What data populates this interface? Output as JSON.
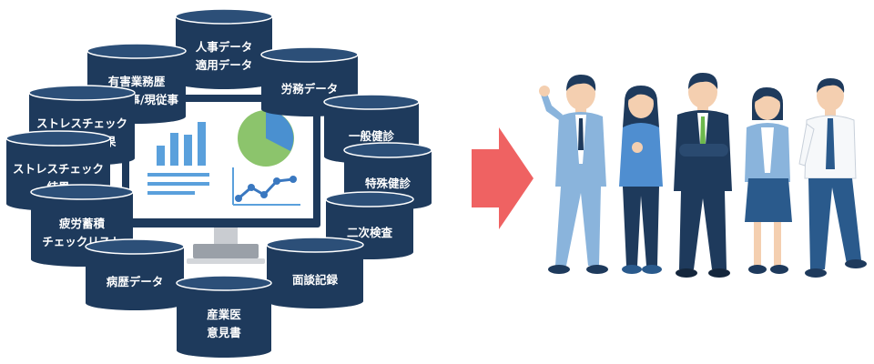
{
  "cylinders": [
    {
      "id": "jinji",
      "lines": [
        "人事データ",
        "適用データ"
      ]
    },
    {
      "id": "yugai",
      "lines": [
        "有害業務歴",
        "過去従事/現従事"
      ]
    },
    {
      "id": "roumu",
      "lines": [
        "労務データ"
      ]
    },
    {
      "id": "stress-g",
      "lines": [
        "ストレスチェック",
        "集団分析結果"
      ]
    },
    {
      "id": "ippan",
      "lines": [
        "一般健診"
      ]
    },
    {
      "id": "stress-r",
      "lines": [
        "ストレスチェック",
        "結果"
      ]
    },
    {
      "id": "tokushu",
      "lines": [
        "特殊健診"
      ]
    },
    {
      "id": "hirou",
      "lines": [
        "疲労蓄積",
        "チェックリスト"
      ]
    },
    {
      "id": "niji",
      "lines": [
        "二次検査"
      ]
    },
    {
      "id": "byoureki",
      "lines": [
        "病歴データ"
      ]
    },
    {
      "id": "mendan",
      "lines": [
        "面談記録"
      ]
    },
    {
      "id": "sangyoui",
      "lines": [
        "産業医",
        "意見書"
      ]
    }
  ],
  "colors": {
    "cylinder": "#1e3a5c",
    "cylinder_top": "#2c4f78",
    "arrow": "#ef6262",
    "monitor_frame": "#1e3a5c",
    "chart_bar": "#5aa0dc",
    "pie_main": "#8cc46c",
    "pie_slice": "#4a90d0"
  },
  "icons": [
    "monitor-icon",
    "bar-chart-icon",
    "pie-chart-icon",
    "line-chart-icon",
    "arrow-right-icon",
    "business-people-illustration"
  ]
}
